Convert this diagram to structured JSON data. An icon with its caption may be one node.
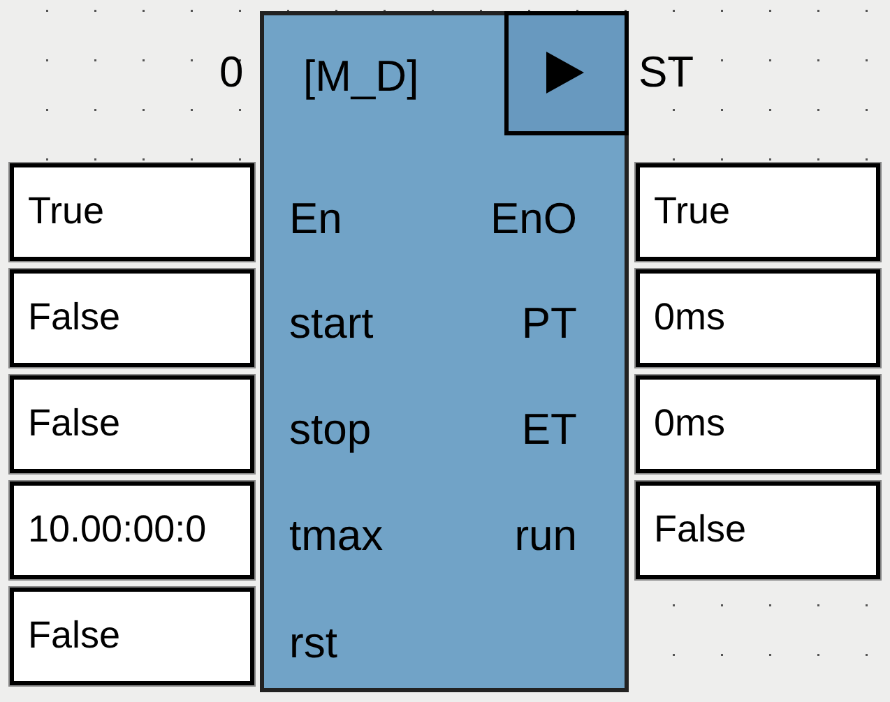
{
  "diagram": {
    "nodes": [
      {
        "text": [
          "[M_D]",
          "En",
          "start",
          "stop",
          "tmax",
          "rst",
          "EnO",
          "PT",
          "ET",
          "run"
        ],
        "beside": [
          "0",
          "ST"
        ]
      },
      {
        "text": [
          "True"
        ]
      },
      {
        "text": [
          "False"
        ]
      },
      {
        "text": [
          "False"
        ]
      },
      {
        "text": [
          "10.00:00:0"
        ]
      },
      {
        "text": [
          "False"
        ]
      },
      {
        "text": [
          "True"
        ]
      },
      {
        "text": [
          "0ms"
        ]
      },
      {
        "text": [
          "0ms"
        ]
      },
      {
        "text": [
          "False"
        ]
      }
    ]
  }
}
